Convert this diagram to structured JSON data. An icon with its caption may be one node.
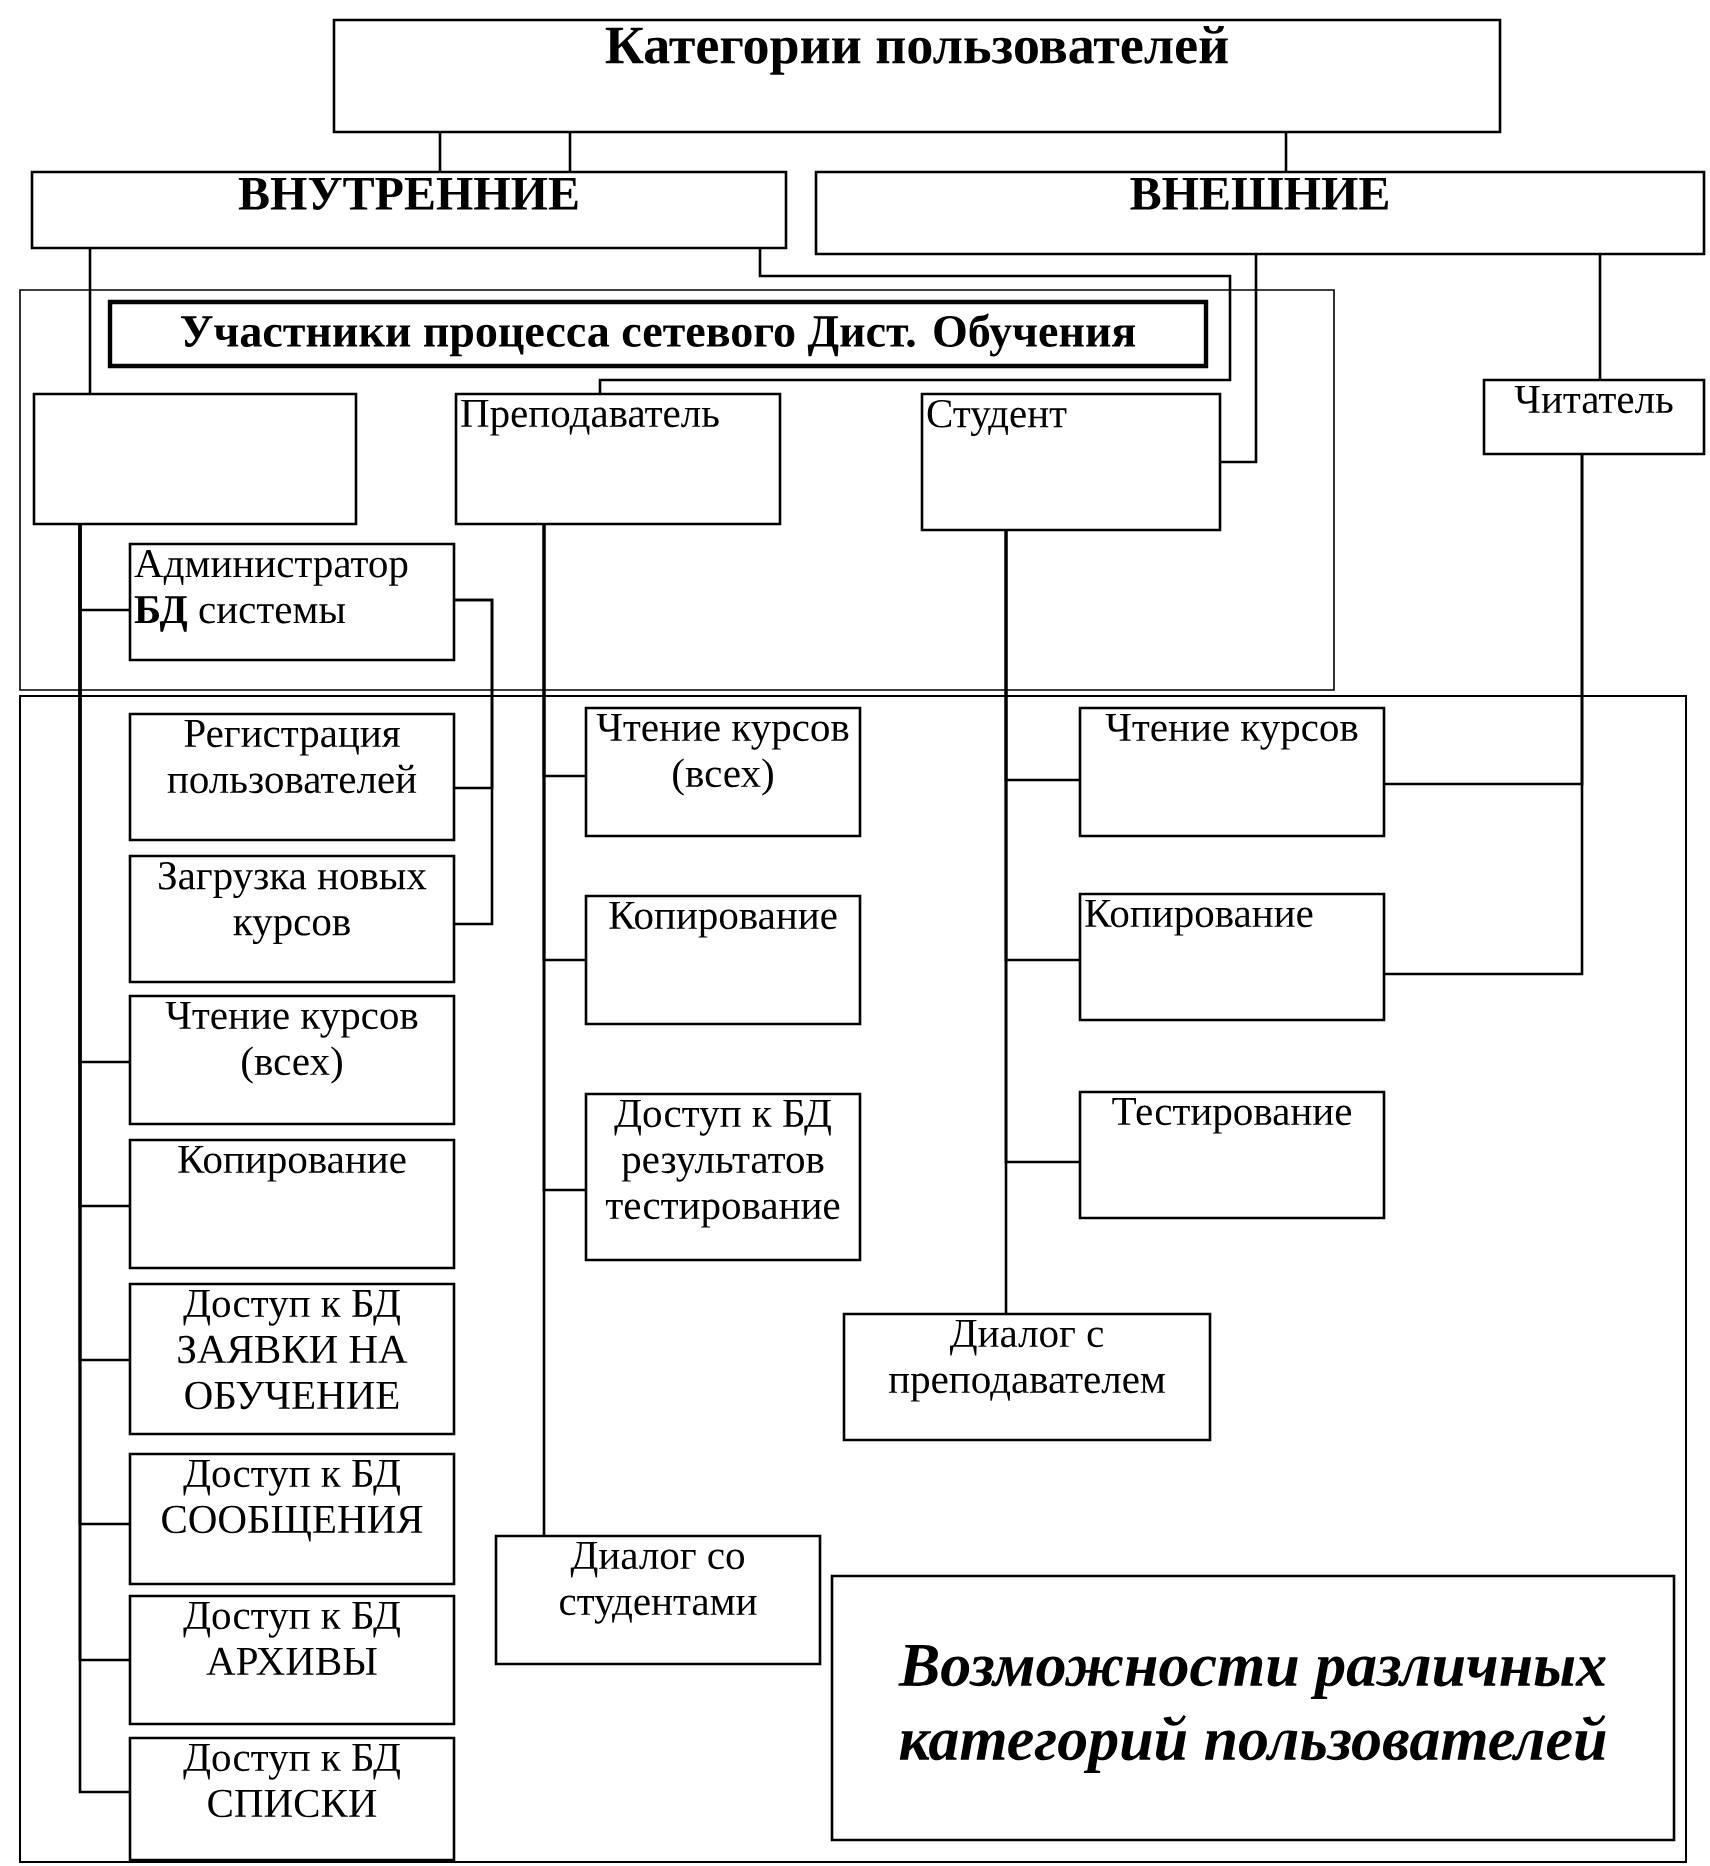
{
  "diagram": {
    "nodes": [
      {
        "text": [
          "Категории  пользователей"
        ]
      },
      {
        "text": [
          "ВНУТРЕННИЕ"
        ]
      },
      {
        "text": [
          "ВНЕШНИЕ"
        ]
      },
      {
        "text": [],
        "shape": "box"
      },
      {
        "text": [
          "Участники процесса сетевого Дист. Обучения"
        ],
        "in": 3
      },
      {
        "text": [],
        "shape": "box",
        "in": 3
      },
      {
        "text": [
          "Преподаватель"
        ],
        "in": 3
      },
      {
        "text": [
          "Студент"
        ],
        "in": 3
      },
      {
        "text": [
          "Читатель"
        ]
      },
      {
        "text": [
          "Администратор **БД** системы"
        ],
        "in": 3
      },
      {
        "text": [],
        "shape": "box"
      },
      {
        "text": [
          "Регистрация пользователей"
        ],
        "in": 10
      },
      {
        "text": [
          "Загрузка новых курсов"
        ],
        "in": 10
      },
      {
        "text": [
          "Чтение курсов (всех)"
        ],
        "in": 10
      },
      {
        "text": [
          "Копирование"
        ],
        "in": 10
      },
      {
        "text": [
          "Доступ к БД ЗАЯВКИ НА ОБУЧЕНИЕ"
        ],
        "in": 10
      },
      {
        "text": [
          "Доступ к БД СООБЩЕНИЯ"
        ],
        "in": 10
      },
      {
        "text": [
          "Доступ к БД АРХИВЫ"
        ],
        "in": 10
      },
      {
        "text": [
          "Доступ к БД СПИСКИ"
        ],
        "in": 10
      },
      {
        "text": [
          "Чтение курсов (всех)"
        ],
        "in": 10
      },
      {
        "text": [
          "Копирование"
        ],
        "in": 10
      },
      {
        "text": [
          "Доступ к БД результатов тестирование"
        ],
        "in": 10
      },
      {
        "text": [
          "Диалог со студентами"
        ],
        "in": 10
      },
      {
        "text": [
          "Чтение курсов"
        ],
        "in": 10
      },
      {
        "text": [
          "Копирование"
        ],
        "in": 10
      },
      {
        "text": [
          "Тестирование"
        ],
        "in": 10
      },
      {
        "text": [
          "Диалог с преподавателем"
        ],
        "in": 10
      },
      {
        "text": [
          "Возможности различных категорий пользователей"
        ],
        "in": 10
      }
    ],
    "edges": [
      {
        "from": 0,
        "to": 1,
        "arrow": "none"
      },
      {
        "from": 0,
        "to": 1,
        "arrow": "none"
      },
      {
        "from": 0,
        "to": 2,
        "arrow": "none"
      },
      {
        "from": 1,
        "to": 5,
        "arrow": "none"
      },
      {
        "from": 1,
        "to": 6,
        "arrow": "none"
      },
      {
        "from": 2,
        "to": 7,
        "arrow": "none"
      },
      {
        "from": 2,
        "to": 8,
        "arrow": "none"
      },
      {
        "from": 5,
        "to": 9,
        "arrow": "none"
      },
      {
        "from": 5,
        "to": 13,
        "arrow": "none"
      },
      {
        "from": 5,
        "to": 14,
        "arrow": "none"
      },
      {
        "from": 5,
        "to": 15,
        "arrow": "none"
      },
      {
        "from": 5,
        "to": 16,
        "arrow": "none"
      },
      {
        "from": 5,
        "to": 17,
        "arrow": "none"
      },
      {
        "from": 5,
        "to": 18,
        "arrow": "none"
      },
      {
        "from": 9,
        "to": 11,
        "arrow": "none"
      },
      {
        "from": 9,
        "to": 12,
        "arrow": "none"
      },
      {
        "from": 6,
        "to": 19,
        "arrow": "none"
      },
      {
        "from": 6,
        "to": 20,
        "arrow": "none"
      },
      {
        "from": 6,
        "to": 21,
        "arrow": "none"
      },
      {
        "from": 6,
        "to": 22,
        "arrow": "none"
      },
      {
        "from": 7,
        "to": 23,
        "arrow": "none"
      },
      {
        "from": 7,
        "to": 24,
        "arrow": "none"
      },
      {
        "from": 7,
        "to": 25,
        "arrow": "none"
      },
      {
        "from": 7,
        "to": 26,
        "arrow": "none"
      },
      {
        "from": 8,
        "to": 23,
        "arrow": "none"
      },
      {
        "from": 8,
        "to": 24,
        "arrow": "none"
      }
    ]
  }
}
